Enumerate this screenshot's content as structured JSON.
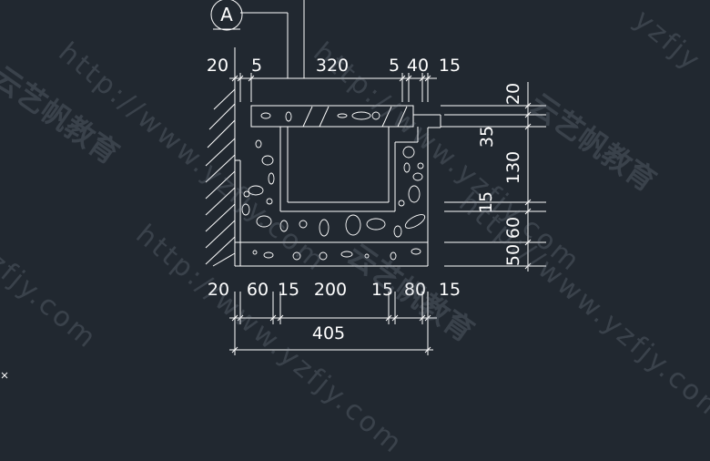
{
  "drawing": {
    "callout_letter": "A",
    "dims_top": [
      "20",
      "5",
      "320",
      "5",
      "40",
      "15"
    ],
    "dims_bottom": [
      "20",
      "60",
      "15",
      "200",
      "15",
      "80",
      "15"
    ],
    "dim_total": "405",
    "dims_right": [
      "20",
      "35",
      "130",
      "15",
      "60",
      "50"
    ]
  },
  "watermarks": {
    "url": "http://www.yzfjy.com",
    "url_fragment_right": "yzfjy",
    "url_fragment_left": "zfjy.com",
    "brand": "云艺帆教育"
  },
  "colors": {
    "background": "#212830",
    "lines": "#ffffff",
    "watermark": "#8c96a2"
  }
}
